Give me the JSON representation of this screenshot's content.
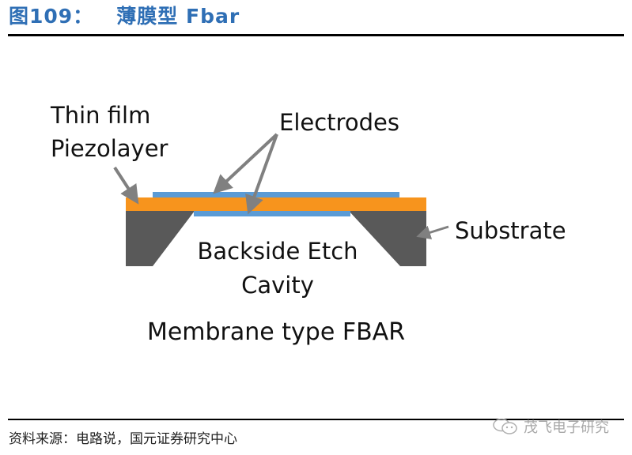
{
  "header": {
    "figure_title": "图109：   薄膜型 Fbar"
  },
  "diagram": {
    "labels": {
      "piezolayer_line1": "Thin film",
      "piezolayer_line2": "Piezolayer",
      "electrodes": "Electrodes",
      "substrate": "Substrate",
      "cavity_line1": "Backside Etch",
      "cavity_line2": "Cavity",
      "caption": "Membrane type FBAR"
    },
    "colors": {
      "piezolayer": "#F7941D",
      "electrode": "#5B9BD5",
      "substrate": "#595959",
      "arrow": "#808080",
      "title": "#2F6FB5"
    }
  },
  "footer": {
    "source": "资料来源：电路说，国元证券研究中心",
    "watermark_text": "茂飞电子研究",
    "watermark_icon": "wechat-icon"
  }
}
